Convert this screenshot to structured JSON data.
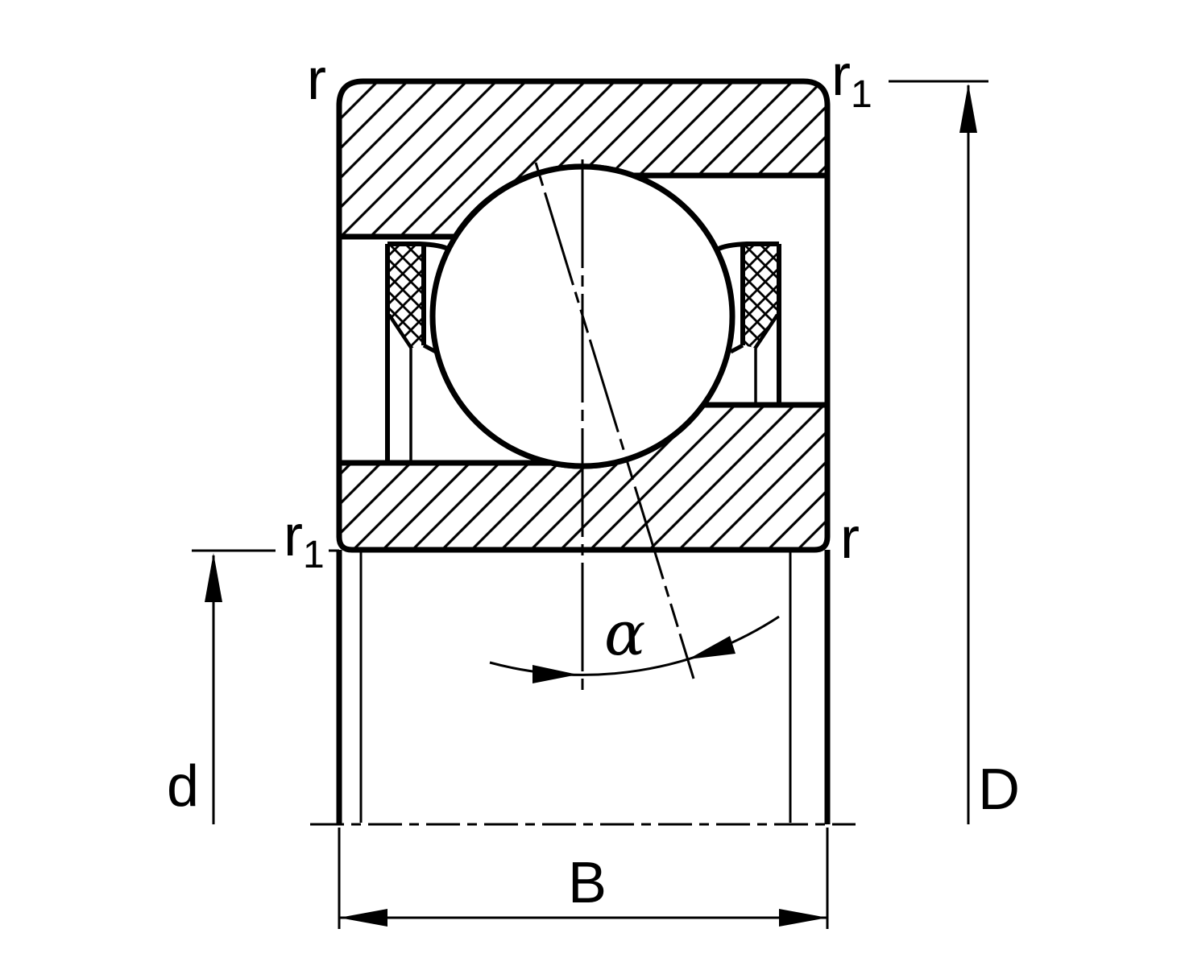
{
  "labels": {
    "r_top_left": "r",
    "r1_top_right": {
      "base": "r",
      "sub": "1"
    },
    "r1_mid_left": {
      "base": "r",
      "sub": "1"
    },
    "r_mid_right": "r",
    "bore_diameter": "d",
    "outside_diameter": "D",
    "width": "B",
    "contact_angle": "α"
  },
  "colors": {
    "line": "#000000",
    "background": "#ffffff"
  }
}
